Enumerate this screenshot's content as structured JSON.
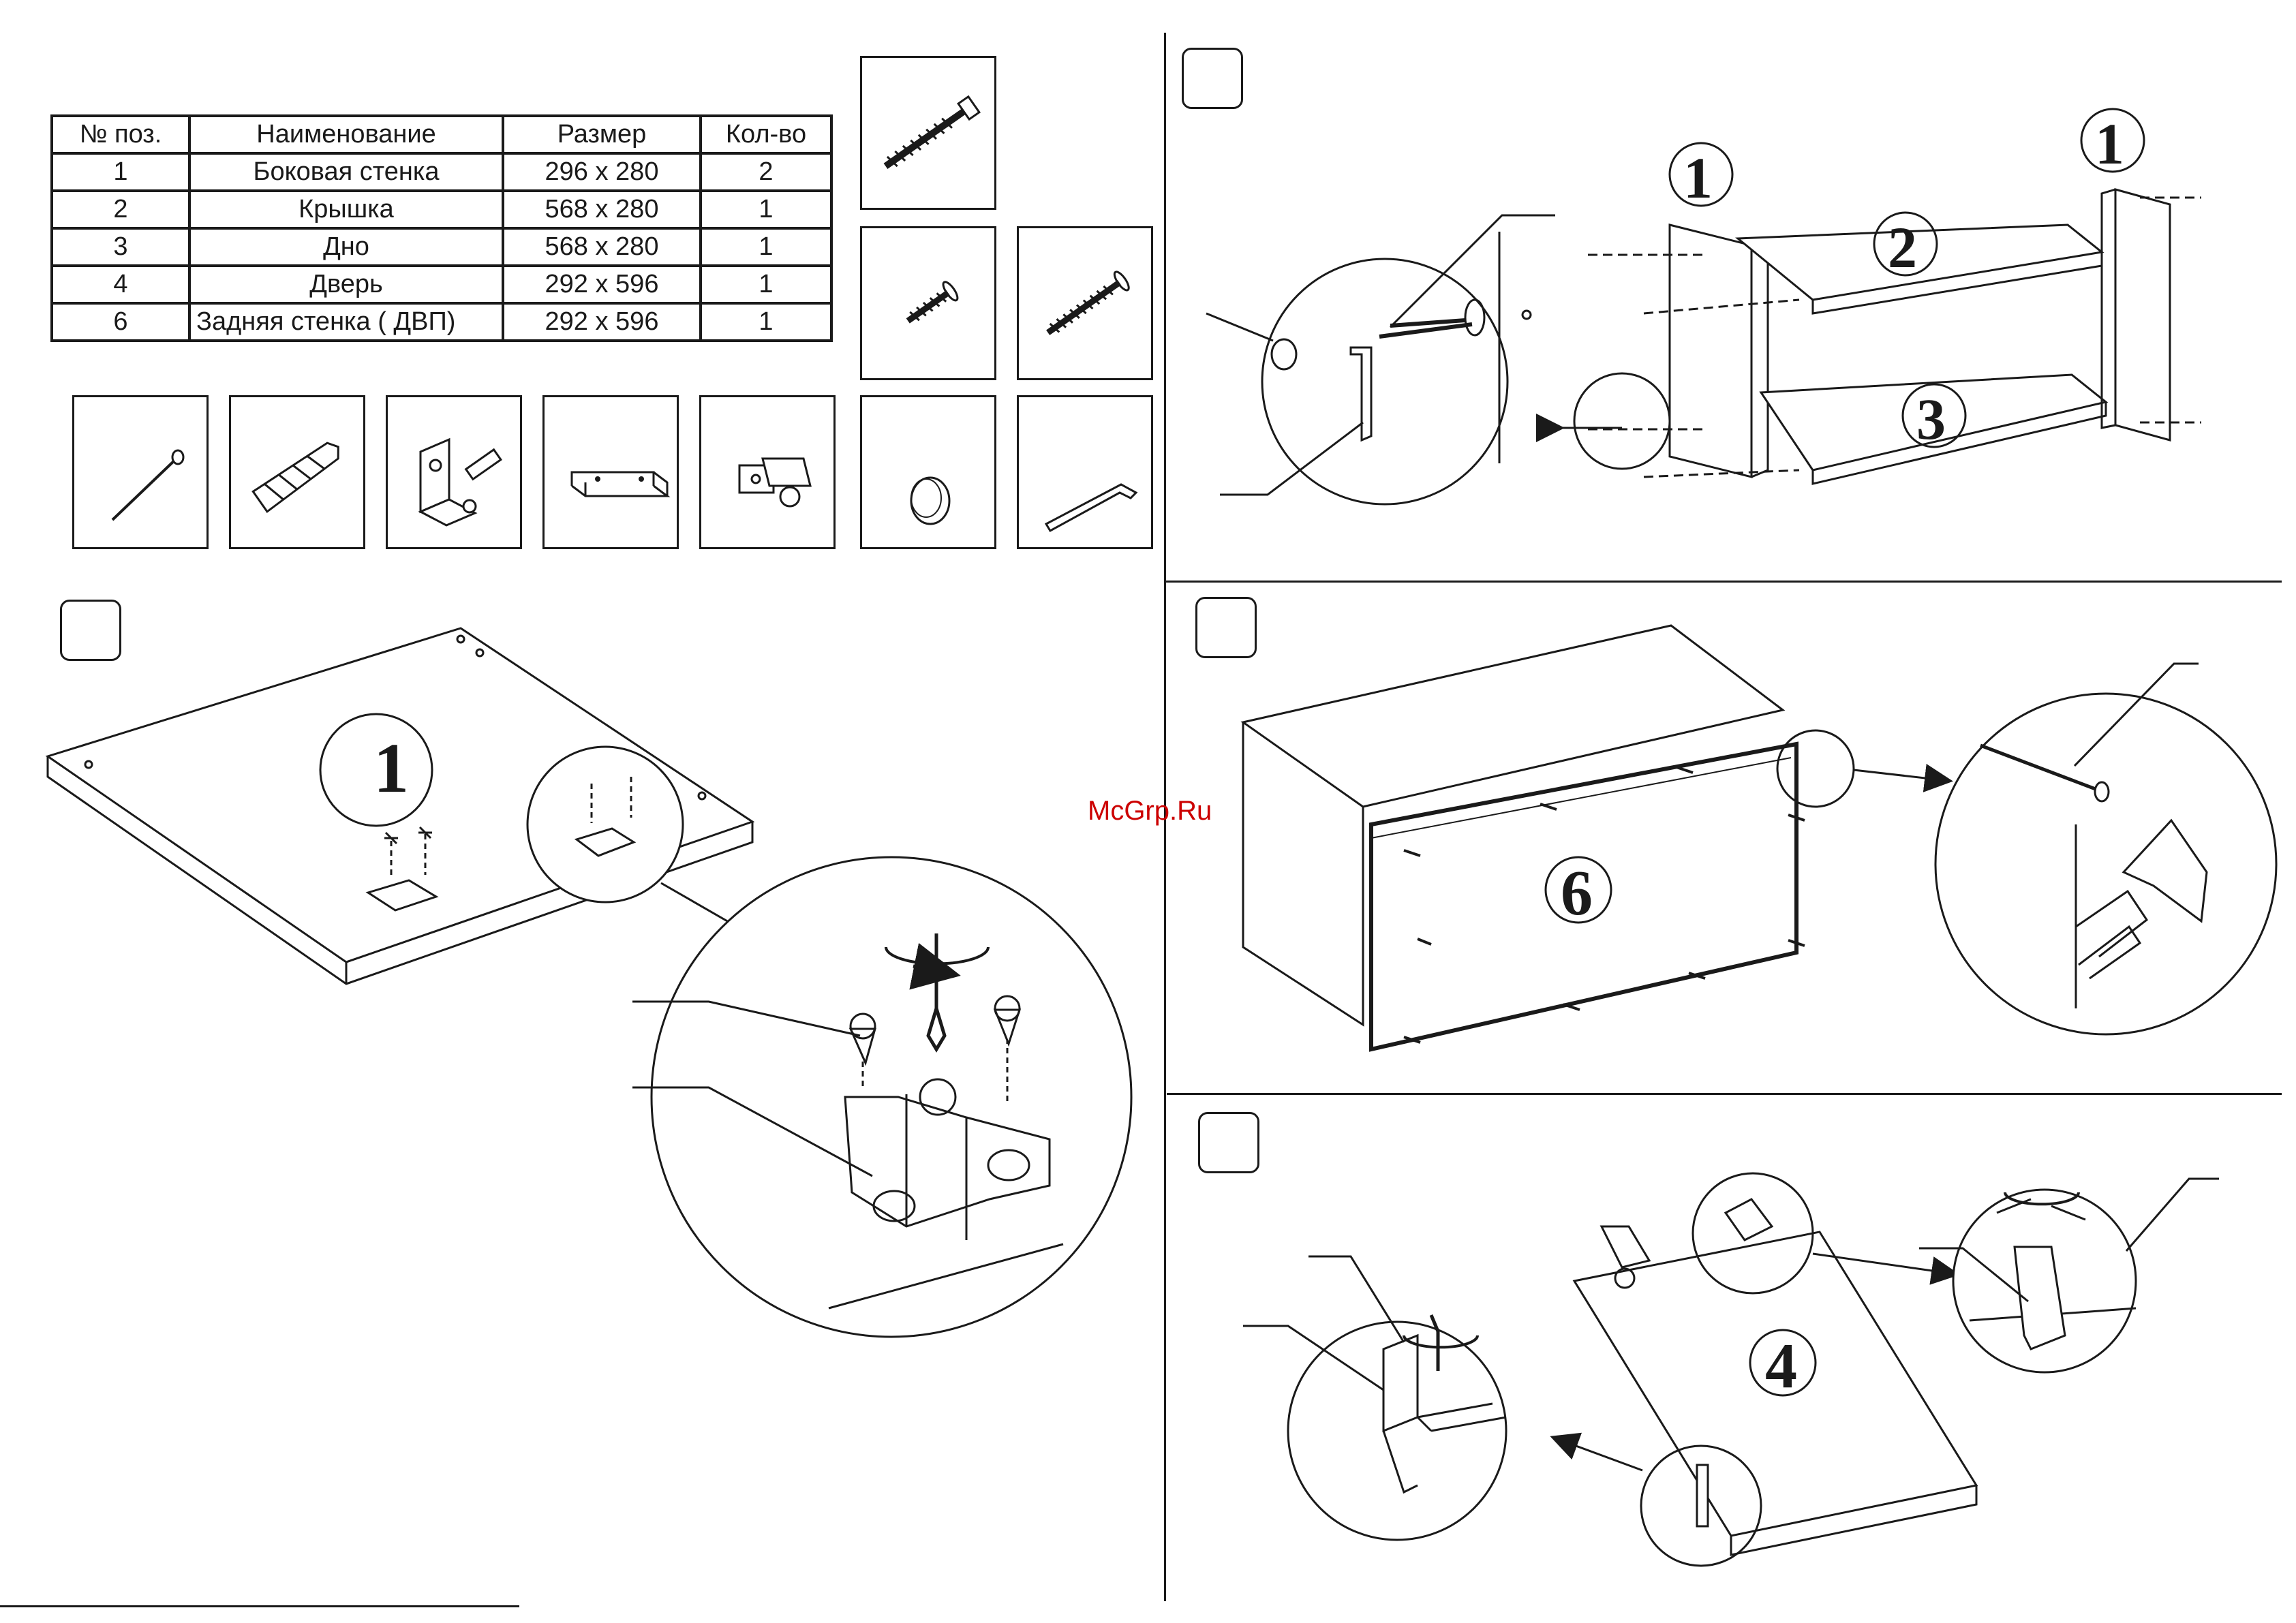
{
  "table": {
    "headers": [
      "№ поз.",
      "Наименование",
      "Размер",
      "Кол-во"
    ],
    "rows": [
      [
        "1",
        "Боковая стенка",
        "296 x 280",
        "2"
      ],
      [
        "2",
        "Крышка",
        "568 x 280",
        "1"
      ],
      [
        "3",
        "Дно",
        "568 x 280",
        "1"
      ],
      [
        "4",
        "Дверь",
        "292 x 596",
        "1"
      ],
      [
        "6",
        "Задняя стенка  ( ДВП)",
        "292 x 596",
        "1"
      ]
    ]
  },
  "fittings": [
    "screw-long-icon",
    "screw-short-icon",
    "screw-medium-icon",
    "nail-icon",
    "dowel-icon",
    "hanger-bracket-icon",
    "handle-icon",
    "hinge-icon",
    "cap-icon",
    "hex-key-icon"
  ],
  "part_numbers": {
    "step1_left_side": "1",
    "step1_right_side": "1",
    "step1_top": "2",
    "step1_bottom": "3",
    "step2_panel": "1",
    "step3_back": "6",
    "step4_door": "4"
  },
  "watermark": "McGrp.Ru",
  "colors": {
    "ink": "#1a1a1a",
    "watermark": "#cc0000"
  }
}
